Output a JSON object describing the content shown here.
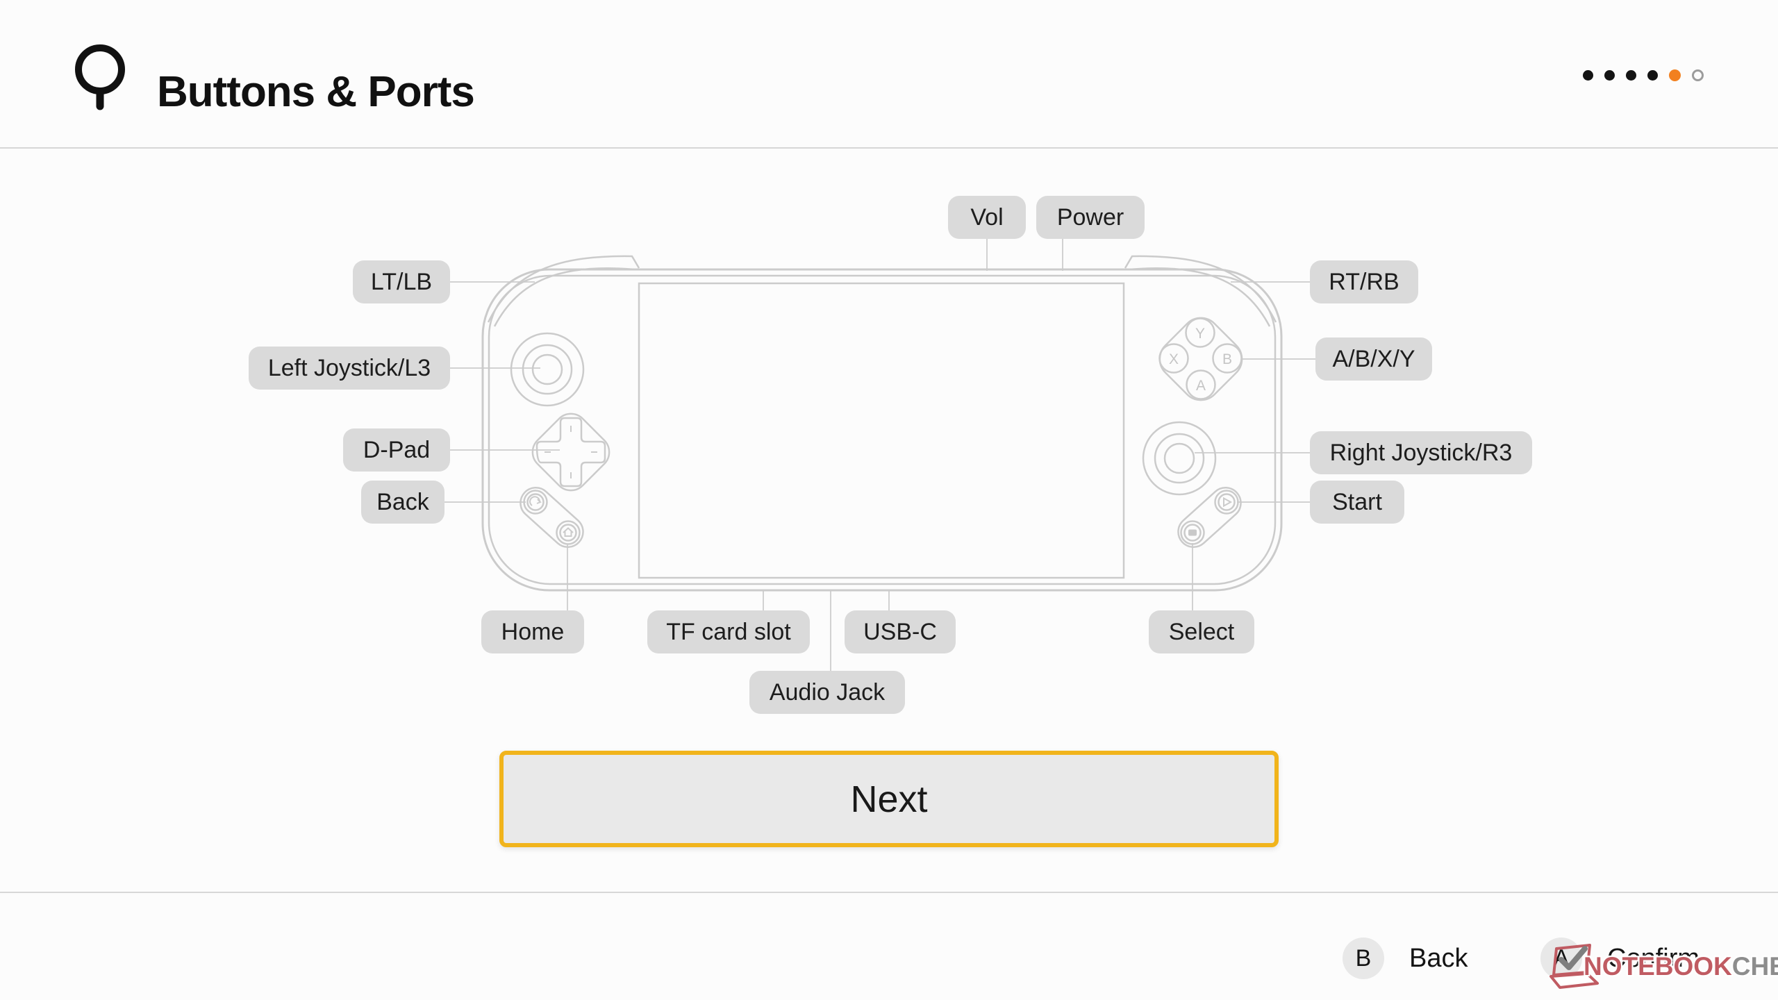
{
  "header": {
    "title": "Buttons & Ports",
    "pagination": {
      "dots": [
        "filled",
        "filled",
        "filled",
        "filled",
        "active",
        "empty"
      ]
    }
  },
  "diagram": {
    "labels": {
      "vol": "Vol",
      "power": "Power",
      "lt_lb": "LT/LB",
      "left_joystick": "Left Joystick/L3",
      "dpad": "D-Pad",
      "back": "Back",
      "home": "Home",
      "tf_card": "TF card slot",
      "usb_c": "USB-C",
      "audio_jack": "Audio Jack",
      "select": "Select",
      "start": "Start",
      "rt_rb": "RT/RB",
      "abxy": "A/B/X/Y",
      "right_joystick": "Right Joystick/R3"
    },
    "button_letters": {
      "y": "Y",
      "x": "X",
      "b": "B",
      "a": "A"
    }
  },
  "next_button": {
    "label": "Next"
  },
  "footer": {
    "back_hint": {
      "key": "B",
      "label": "Back"
    },
    "confirm_hint": {
      "key": "A",
      "label": "Confirm"
    }
  },
  "watermark": {
    "primary": "NOTEBOOK",
    "secondary": "CHECK"
  },
  "colors": {
    "accent_border": "#f1b41c",
    "active_dot": "#f2801f",
    "filled_dot": "#141414",
    "empty_dot": "#9c9c9c"
  }
}
